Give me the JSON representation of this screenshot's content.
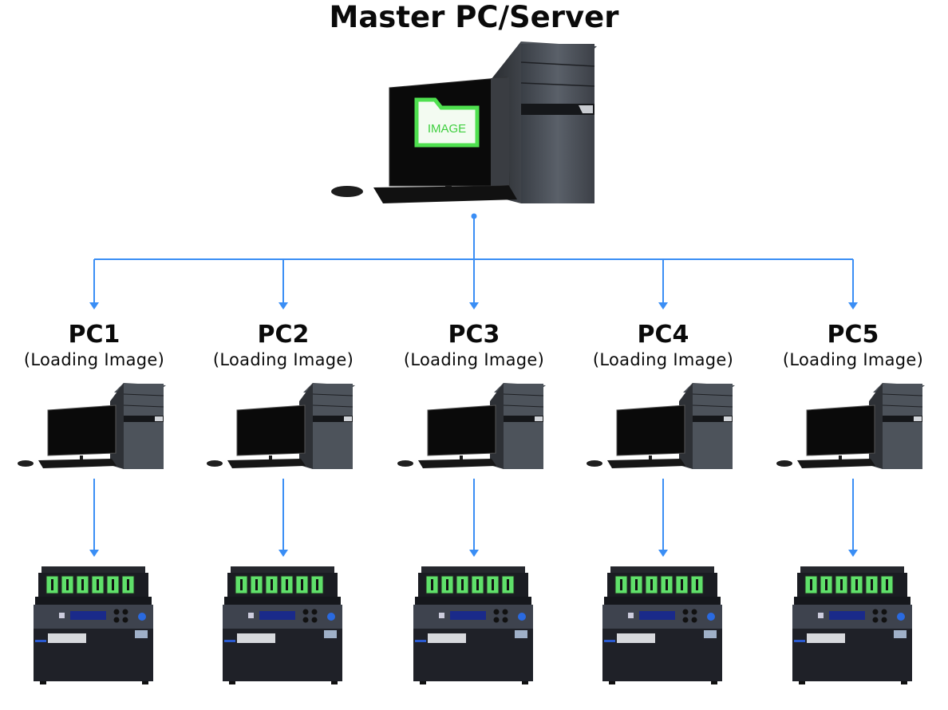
{
  "diagram": {
    "title": "Master PC/Server",
    "master": {
      "name": "Master PC/Server",
      "screen_label": "IMAGE",
      "screen_icon": "folder-icon"
    },
    "clients": [
      {
        "name": "PC1",
        "status": "(Loading Image)"
      },
      {
        "name": "PC2",
        "status": "(Loading Image)"
      },
      {
        "name": "PC3",
        "status": "(Loading Image)"
      },
      {
        "name": "PC4",
        "status": "(Loading Image)"
      },
      {
        "name": "PC5",
        "status": "(Loading Image)"
      }
    ],
    "duplicator": {
      "slot_count": 6,
      "slot_color": "#5fe06a"
    },
    "colors": {
      "connector": "#3a8ef5",
      "image_folder": "#4fe04f",
      "image_text": "#3ecf3e"
    }
  }
}
